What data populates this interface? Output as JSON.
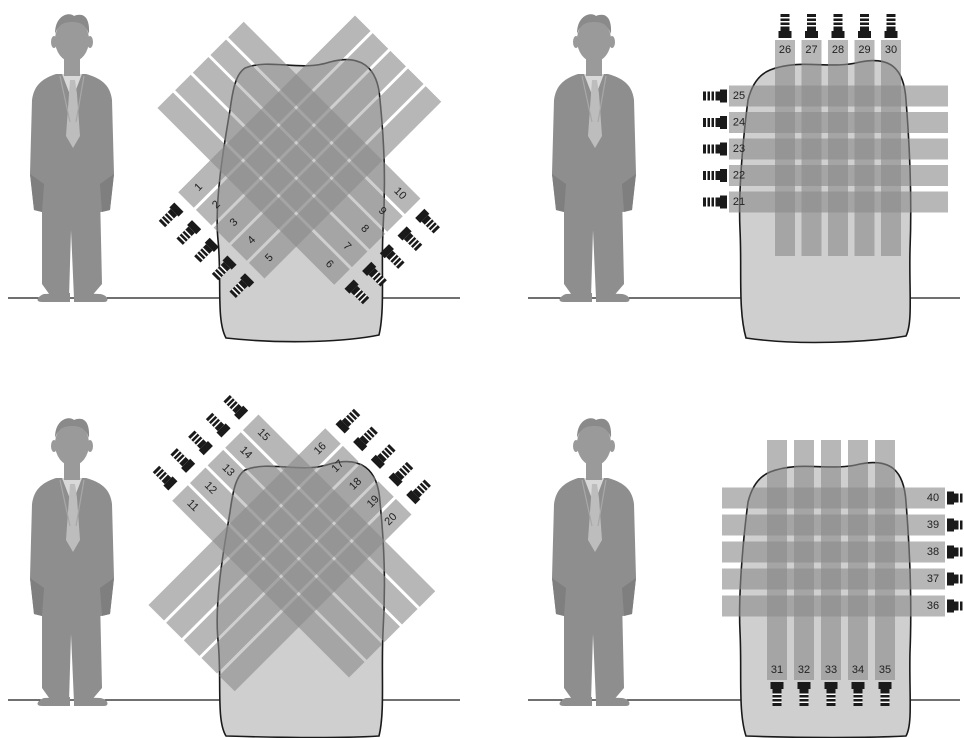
{
  "colors": {
    "background": "#ffffff",
    "beam": "#8a8a8a",
    "body_outline": "#1a1a1a",
    "body_fill": "#cfcfcf",
    "person": "#8e8e8e",
    "person_face": "#9a9a9a",
    "tie": "#bdbdbd",
    "shirt": "#d9d9d9",
    "ground_line": "#1a1a1a",
    "projector": "#1a1a1a",
    "label_text": "#222222"
  },
  "panels": [
    {
      "id": "diagonal-top",
      "orientation": "diagonal",
      "groups": [
        {
          "direction": "up-right",
          "source_side": "bottom-left",
          "labels": [
            "1",
            "2",
            "3",
            "4",
            "5"
          ]
        },
        {
          "direction": "up-left",
          "source_side": "bottom-right",
          "labels": [
            "6",
            "7",
            "8",
            "9",
            "10"
          ]
        }
      ]
    },
    {
      "id": "grid-top",
      "orientation": "orthogonal",
      "groups": [
        {
          "direction": "right",
          "source_side": "left",
          "labels": [
            "21",
            "22",
            "23",
            "24",
            "25"
          ]
        },
        {
          "direction": "down",
          "source_side": "top",
          "labels": [
            "26",
            "27",
            "28",
            "29",
            "30"
          ]
        }
      ]
    },
    {
      "id": "diagonal-bottom",
      "orientation": "diagonal",
      "groups": [
        {
          "direction": "down-right",
          "source_side": "top-left",
          "labels": [
            "11",
            "12",
            "13",
            "14",
            "15"
          ]
        },
        {
          "direction": "down-left",
          "source_side": "top-right",
          "labels": [
            "16",
            "17",
            "18",
            "19",
            "20"
          ]
        }
      ]
    },
    {
      "id": "grid-bottom",
      "orientation": "orthogonal",
      "groups": [
        {
          "direction": "up",
          "source_side": "bottom",
          "labels": [
            "31",
            "32",
            "33",
            "34",
            "35"
          ]
        },
        {
          "direction": "left",
          "source_side": "right",
          "labels": [
            "36",
            "37",
            "38",
            "39",
            "40"
          ]
        }
      ]
    }
  ]
}
